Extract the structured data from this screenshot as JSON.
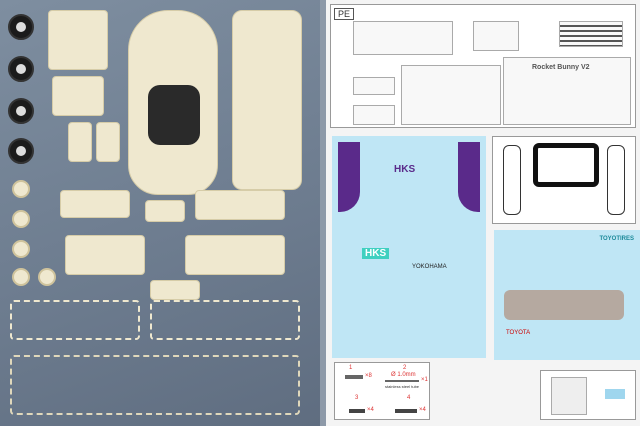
{
  "pe_sheet": {
    "label": "PE",
    "brand_plate": "Rocket Bunny V2"
  },
  "decals": {
    "hks": "HKS",
    "yokohama": "YOKOHAMA",
    "toyotires": "TOYOTIRES",
    "toyota": "TOYOTA"
  },
  "hardware": {
    "items": [
      {
        "num": "1",
        "qty": "×8"
      },
      {
        "num": "2",
        "qty": "×1",
        "spec": "Ø 1.0mm",
        "desc": "stainless steel tube"
      },
      {
        "num": "3",
        "qty": "×4"
      },
      {
        "num": "4",
        "qty": "×4"
      }
    ]
  },
  "colors": {
    "backdrop": "#6c7b8e",
    "resin": "#efe8cf",
    "decal_blue": "#bfe6f5",
    "decal_purple": "#5a2a8a",
    "decal_teal": "#3fd0c0"
  }
}
